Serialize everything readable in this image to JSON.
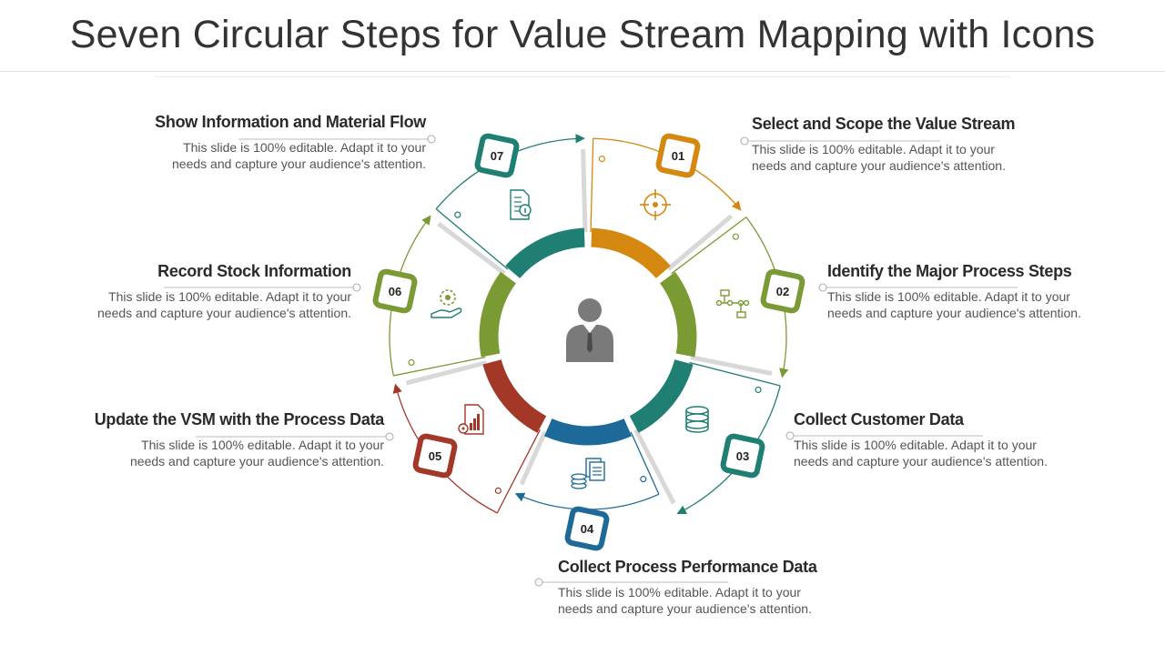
{
  "title": "Seven Circular Steps for Value Stream Mapping with Icons",
  "colors": {
    "orange": "#d4880f",
    "olive": "#7a9a34",
    "teal": "#1f7f72",
    "blue": "#1d6a9a",
    "red": "#a33728",
    "gray": "#8a8a8a"
  },
  "center_icon": "person-icon",
  "steps": [
    {
      "number": "01",
      "title": "Select and Scope the Value Stream",
      "desc_line1": "This slide is 100% editable. Adapt it to your",
      "desc_line2": "needs and capture your audience's attention.",
      "icon": "target-icon"
    },
    {
      "number": "02",
      "title": "Identify the Major Process Steps",
      "desc_line1": "This slide is 100% editable. Adapt it to your",
      "desc_line2": "needs and capture your audience's attention.",
      "icon": "flowchart-icon"
    },
    {
      "number": "03",
      "title": "Collect Customer Data",
      "desc_line1": "This slide is 100% editable. Adapt it to your",
      "desc_line2": "needs and capture your audience's attention.",
      "icon": "database-icon"
    },
    {
      "number": "04",
      "title": "Collect Process Performance Data",
      "desc_line1": "This slide is 100% editable. Adapt it to your",
      "desc_line2": "needs and capture your audience's attention.",
      "icon": "data-documents-icon"
    },
    {
      "number": "05",
      "title": "Update the VSM with the Process Data",
      "desc_line1": "This slide is 100% editable. Adapt it to your",
      "desc_line2": "needs and capture your audience's attention.",
      "icon": "report-gear-icon"
    },
    {
      "number": "06",
      "title": "Record Stock Information",
      "desc_line1": "This slide is 100% editable. Adapt it to your",
      "desc_line2": "needs and capture your audience's attention.",
      "icon": "hand-gear-icon"
    },
    {
      "number": "07",
      "title": "Show Information and Material Flow",
      "desc_line1": "This slide is 100% editable. Adapt it to your",
      "desc_line2": "needs and capture your audience's attention.",
      "icon": "document-info-icon"
    }
  ]
}
